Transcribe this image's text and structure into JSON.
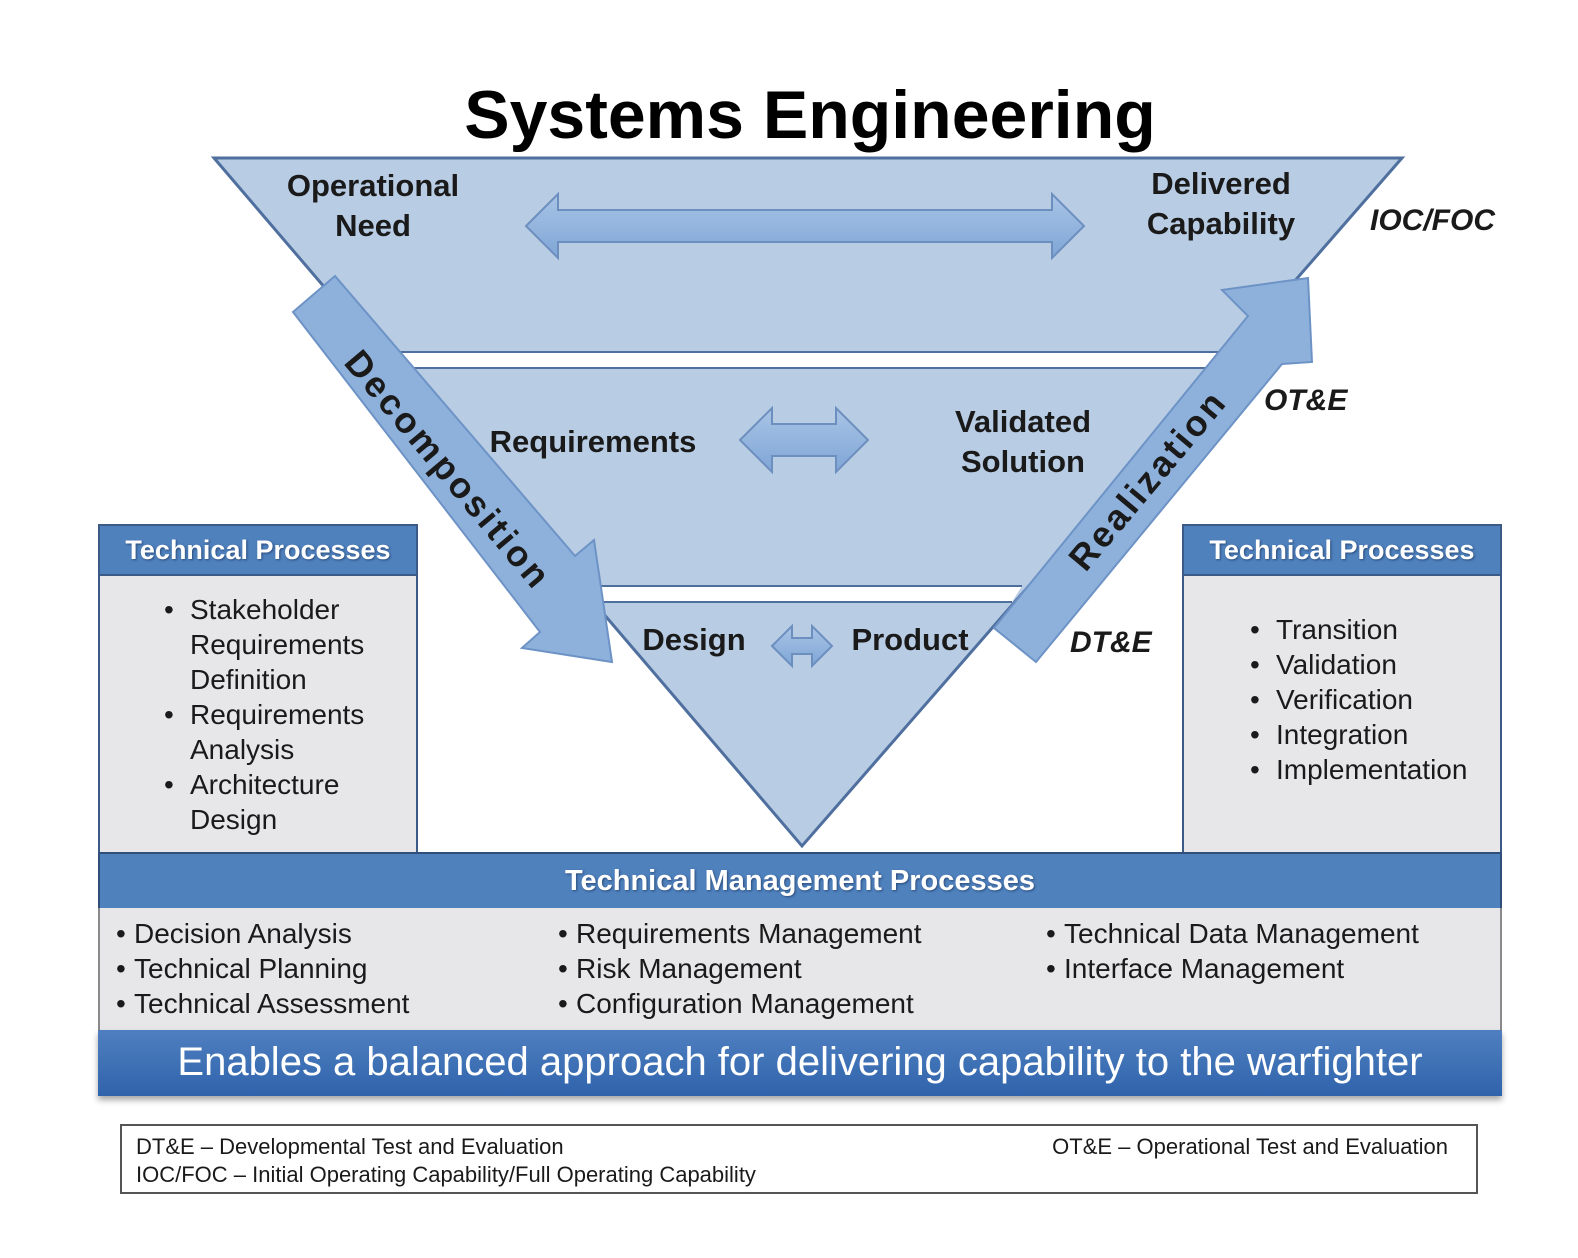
{
  "title": "Systems Engineering",
  "levels": {
    "top_left": "Operational Need",
    "top_right": "Delivered Capability",
    "mid_left": "Requirements",
    "mid_right": "Validated Solution",
    "low_left": "Design",
    "low_right": "Product"
  },
  "side_labels": {
    "left": "Decomposition",
    "right": "Realization"
  },
  "test_labels": {
    "ioc_foc": "IOC/FOC",
    "ot_e": "OT&E",
    "dt_e": "DT&E"
  },
  "technical_processes_left": {
    "header": "Technical Processes",
    "items": [
      [
        "Stakeholder",
        "Requirements",
        "Definition"
      ],
      [
        "Requirements",
        "Analysis"
      ],
      [
        "Architecture",
        "Design"
      ]
    ]
  },
  "technical_processes_right": {
    "header": "Technical Processes",
    "items": [
      "Transition",
      "Validation",
      "Verification",
      "Integration",
      "Implementation"
    ]
  },
  "technical_management": {
    "header": "Technical Management Processes",
    "columns": [
      [
        "Decision Analysis",
        "Technical Planning",
        "Technical Assessment"
      ],
      [
        "Requirements Management",
        "Risk Management",
        "Configuration Management"
      ],
      [
        "Technical Data Management",
        "Interface Management"
      ]
    ]
  },
  "banner": "Enables a balanced approach for delivering capability to the warfighter",
  "legend": {
    "dt_e": "DT&E – Developmental Test and Evaluation",
    "ot_e": "OT&E – Operational Test and Evaluation",
    "ioc_foc": "IOC/FOC – Initial Operating Capability/Full Operating Capability"
  },
  "colors": {
    "triangle_fill": "#b8cce4",
    "triangle_stroke": "#4f6f9f",
    "arrow_fill": "#8eb1dc",
    "header_blue": "#4f81bd",
    "banner_blue": "#3a6db4",
    "panel_gray": "#e7e7e9"
  }
}
